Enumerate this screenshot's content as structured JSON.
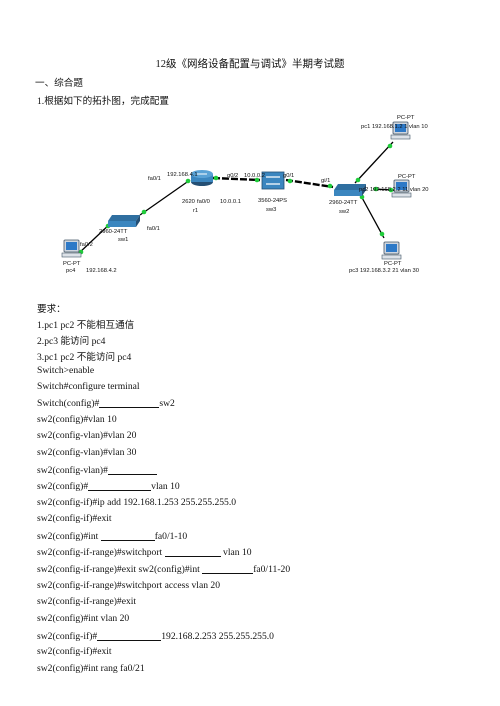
{
  "doc": {
    "title": "12级《网络设备配置与调试》半期考试题",
    "section1": "一、综合题",
    "q1": "1.根据如下的拓扑图，完成配置"
  },
  "topology": {
    "pc1": {
      "type": "PC-PT",
      "label": "pc1 192.168.1.2 1 vlan 10"
    },
    "pc2": {
      "type": "PC-PT",
      "label": "pc2 192.168.2.2 11 vlan 20"
    },
    "pc3": {
      "type": "PC-PT",
      "label": "pc3 192.168.3.2 21 vlan 30"
    },
    "pc4": {
      "type": "PC-PT",
      "label": "pc4",
      "ip": "192.168.4.2",
      "port": "fa0/2"
    },
    "r1": {
      "model": "2620",
      "name": "r1",
      "fa01_ip": "192.168.4.1",
      "port_fa01": "fa0/1",
      "port_fa00": "fa0/0",
      "g02_ip": "10.0.0.1"
    },
    "sw1": {
      "model": "2960-24TT",
      "name": "sw1",
      "port": "fa0/1"
    },
    "sw3": {
      "model": "3560-24PS",
      "name": "sw3",
      "port_g02": "g0/2",
      "g02_ip": "10.0.0.2",
      "port_g01": "g0/1"
    },
    "sw2": {
      "model": "2960-24TT",
      "name": "sw2",
      "port": "gi/1"
    }
  },
  "requirements": {
    "heading": "要求：",
    "items": [
      "1.pc1 pc2 不能相互通信",
      "2.pc3 能访问 pc4",
      "3.pc1 pc2 不能访问 pc4"
    ]
  },
  "config": {
    "l1": "Switch>enable",
    "l2": "Switch#configure terminal",
    "l3a": "Switch(config)#",
    "l3b": "sw2",
    "l4": "sw2(config)#vlan 10",
    "l5": "sw2(config-vlan)#vlan 20",
    "l6": "sw2(config-vlan)#vlan 30",
    "l7a": "sw2(config-vlan)#",
    "l8a": "sw2(config)#",
    "l8b": "vlan 10",
    "l9": "sw2(config-if)#ip add 192.168.1.253 255.255.255.0",
    "l10": "sw2(config-if)#exit",
    "l11a": "sw2(config)#int",
    "l11b": "fa0/1-10",
    "l12a": "sw2(config-if-range)#switchport",
    "l12b": " vlan 10",
    "l13a": "sw2(config-if-range)#exit sw2(config)#int",
    "l13b": "fa0/11-20",
    "l14": "sw2(config-if-range)#switchport access vlan 20",
    "l15": "sw2(config-if-range)#exit",
    "l16": "sw2(config)#int vlan 20",
    "l17a": "sw2(config-if)#",
    "l17b": "192.168.2.253 255.255.255.0",
    "l18": "sw2(config-if)#exit",
    "l19": "sw2(config)#int rang fa0/21"
  }
}
